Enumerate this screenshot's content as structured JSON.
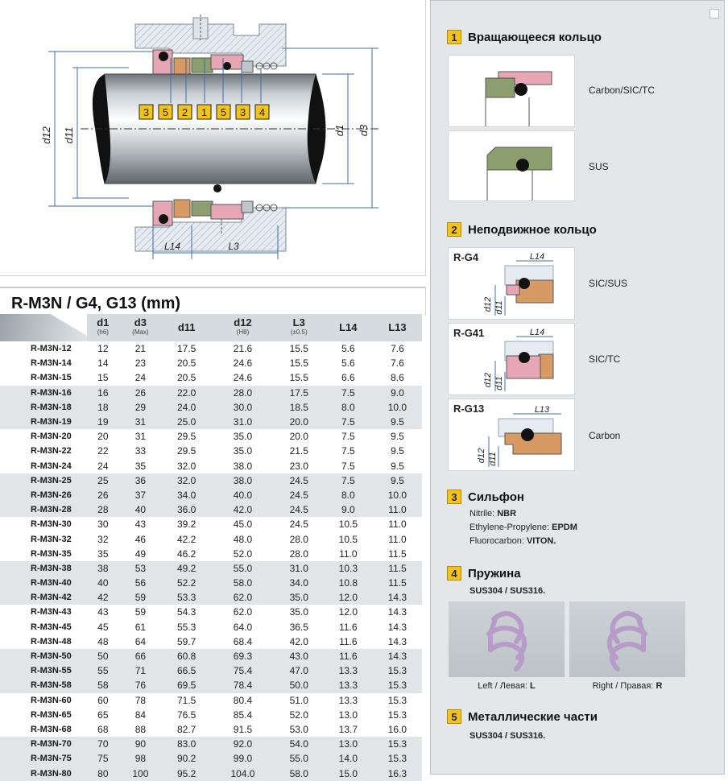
{
  "diagram": {
    "part_labels": [
      "3",
      "5",
      "2",
      "1",
      "5",
      "3",
      "4"
    ],
    "dim_d12": "d12",
    "dim_d11": "d11",
    "dim_d1": "d1",
    "dim_d3": "d3",
    "dim_l14": "L14",
    "dim_l3": "L3"
  },
  "table": {
    "title": "R-M3N / G4, G13 (mm)",
    "headers": [
      {
        "main": "d1",
        "sub": "(h6)"
      },
      {
        "main": "d3",
        "sub": "(Max)"
      },
      {
        "main": "d11",
        "sub": ""
      },
      {
        "main": "d12",
        "sub": "(H8)"
      },
      {
        "main": "L3",
        "sub": "(±0.5)"
      },
      {
        "main": "L14",
        "sub": ""
      },
      {
        "main": "L13",
        "sub": ""
      }
    ],
    "rows": [
      [
        "R-M3N-12",
        "12",
        "21",
        "17.5",
        "21.6",
        "15.5",
        "5.6",
        "7.6"
      ],
      [
        "R-M3N-14",
        "14",
        "23",
        "20.5",
        "24.6",
        "15.5",
        "5.6",
        "7.6"
      ],
      [
        "R-M3N-15",
        "15",
        "24",
        "20.5",
        "24.6",
        "15.5",
        "6.6",
        "8.6"
      ],
      [
        "R-M3N-16",
        "16",
        "26",
        "22.0",
        "28.0",
        "17.5",
        "7.5",
        "9.0"
      ],
      [
        "R-M3N-18",
        "18",
        "29",
        "24.0",
        "30.0",
        "18.5",
        "8.0",
        "10.0"
      ],
      [
        "R-M3N-19",
        "19",
        "31",
        "25.0",
        "31.0",
        "20.0",
        "7.5",
        "9.5"
      ],
      [
        "R-M3N-20",
        "20",
        "31",
        "29.5",
        "35.0",
        "20.0",
        "7.5",
        "9.5"
      ],
      [
        "R-M3N-22",
        "22",
        "33",
        "29.5",
        "35.0",
        "21.5",
        "7.5",
        "9.5"
      ],
      [
        "R-M3N-24",
        "24",
        "35",
        "32.0",
        "38.0",
        "23.0",
        "7.5",
        "9.5"
      ],
      [
        "R-M3N-25",
        "25",
        "36",
        "32.0",
        "38.0",
        "24.5",
        "7.5",
        "9.5"
      ],
      [
        "R-M3N-26",
        "26",
        "37",
        "34.0",
        "40.0",
        "24.5",
        "8.0",
        "10.0"
      ],
      [
        "R-M3N-28",
        "28",
        "40",
        "36.0",
        "42.0",
        "24.5",
        "9.0",
        "11.0"
      ],
      [
        "R-M3N-30",
        "30",
        "43",
        "39.2",
        "45.0",
        "24.5",
        "10.5",
        "11.0"
      ],
      [
        "R-M3N-32",
        "32",
        "46",
        "42.2",
        "48.0",
        "28.0",
        "10.5",
        "11.0"
      ],
      [
        "R-M3N-35",
        "35",
        "49",
        "46.2",
        "52.0",
        "28.0",
        "11.0",
        "11.5"
      ],
      [
        "R-M3N-38",
        "38",
        "53",
        "49.2",
        "55.0",
        "31.0",
        "10.3",
        "11.5"
      ],
      [
        "R-M3N-40",
        "40",
        "56",
        "52.2",
        "58.0",
        "34.0",
        "10.8",
        "11.5"
      ],
      [
        "R-M3N-42",
        "42",
        "59",
        "53.3",
        "62.0",
        "35.0",
        "12.0",
        "14.3"
      ],
      [
        "R-M3N-43",
        "43",
        "59",
        "54.3",
        "62.0",
        "35.0",
        "12.0",
        "14.3"
      ],
      [
        "R-M3N-45",
        "45",
        "61",
        "55.3",
        "64.0",
        "36.5",
        "11.6",
        "14.3"
      ],
      [
        "R-M3N-48",
        "48",
        "64",
        "59.7",
        "68.4",
        "42.0",
        "11.6",
        "14.3"
      ],
      [
        "R-M3N-50",
        "50",
        "66",
        "60.8",
        "69.3",
        "43.0",
        "11.6",
        "14.3"
      ],
      [
        "R-M3N-55",
        "55",
        "71",
        "66.5",
        "75.4",
        "47.0",
        "13.3",
        "15.3"
      ],
      [
        "R-M3N-58",
        "58",
        "76",
        "69.5",
        "78.4",
        "50.0",
        "13.3",
        "15.3"
      ],
      [
        "R-M3N-60",
        "60",
        "78",
        "71.5",
        "80.4",
        "51.0",
        "13.3",
        "15.3"
      ],
      [
        "R-M3N-65",
        "65",
        "84",
        "76.5",
        "85.4",
        "52.0",
        "13.0",
        "15.3"
      ],
      [
        "R-M3N-68",
        "68",
        "88",
        "82.7",
        "91.5",
        "53.0",
        "13.7",
        "16.0"
      ],
      [
        "R-M3N-70",
        "70",
        "90",
        "83.0",
        "92.0",
        "54.0",
        "13.0",
        "15.3"
      ],
      [
        "R-M3N-75",
        "75",
        "98",
        "90.2",
        "99.0",
        "55.0",
        "14.0",
        "15.3"
      ],
      [
        "R-M3N-80",
        "80",
        "100",
        "95.2",
        "104.0",
        "58.0",
        "15.0",
        "16.3"
      ]
    ]
  },
  "sections": {
    "s1": {
      "num": "1",
      "title": "Вращающееся кольцо",
      "card1_label": "Carbon/SIC/TC",
      "card2_label": "SUS"
    },
    "s2": {
      "num": "2",
      "title": "Неподвижное кольцо",
      "g4_name": "R-G4",
      "g4_label": "SIC/SUS",
      "g4_dim": "L14",
      "g41_name": "R-G41",
      "g41_label": "SIC/TC",
      "g41_dim": "L14",
      "g13_name": "R-G13",
      "g13_label": "Carbon",
      "g13_dim": "L13",
      "d12": "d12",
      "d11": "d11"
    },
    "s3": {
      "num": "3",
      "title": "Сильфон",
      "nitrile_label": "Nitrile: ",
      "nitrile_value": "NBR",
      "epdm_label": "Ethylene-Propylene: ",
      "epdm_value": "EPDM",
      "viton_label": "Fluorocarbon: ",
      "viton_value": "VITON."
    },
    "s4": {
      "num": "4",
      "title": "Пружина",
      "material": "SUS304 / SUS316.",
      "left_cap": "Left / Левая: ",
      "left_val": "L",
      "right_cap": "Right / Правая: ",
      "right_val": "R"
    },
    "s5": {
      "num": "5",
      "title": "Металлические части",
      "material": "SUS304 / SUS316."
    }
  },
  "colors": {
    "carbon": "#8c9e6e",
    "sic": "#e7a6b3",
    "viton": "#d79a63",
    "oring": "#111111",
    "accent": "#f2c31c"
  }
}
